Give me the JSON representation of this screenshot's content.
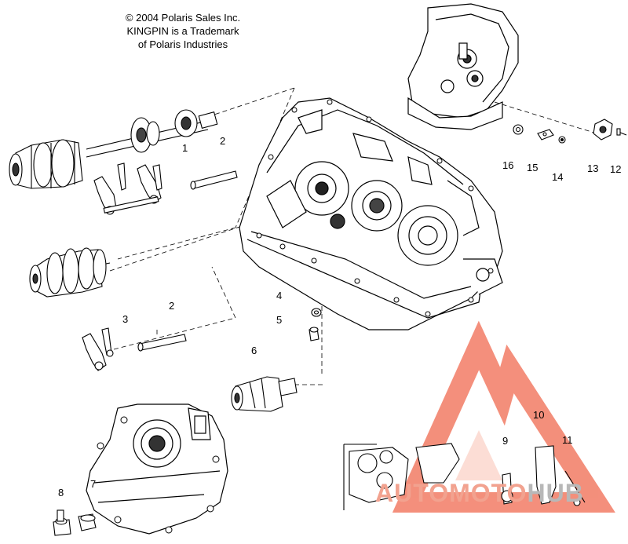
{
  "copyright": {
    "line1": "© 2004 Polaris Sales Inc.",
    "line2": "KINGPIN is a Trademark",
    "line3": "of Polaris Industries"
  },
  "callouts": {
    "c1": "1",
    "c2a": "2",
    "c2b": "2",
    "c3": "3",
    "c4": "4",
    "c5": "5",
    "c6": "6",
    "c7": "7",
    "c8": "8",
    "c9": "9",
    "c10": "10",
    "c11": "11",
    "c12": "12",
    "c13": "13",
    "c14": "14",
    "c15": "15",
    "c16": "16"
  },
  "watermark": {
    "part1": "AUTOMOTO",
    "part2": "HUB",
    "color_primary": "#f06a50",
    "color_secondary": "#9a9a9a"
  }
}
